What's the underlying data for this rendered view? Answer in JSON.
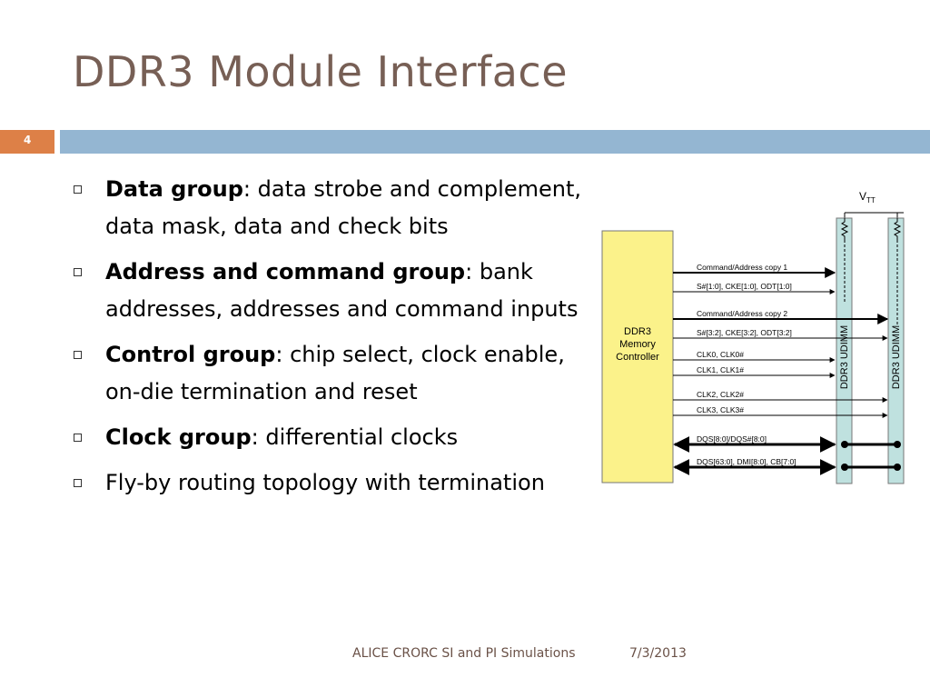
{
  "slide": {
    "title": "DDR3 Module Interface",
    "number": "4"
  },
  "bullets": [
    {
      "bold": "Data group",
      "sep": ": ",
      "text": "data strobe and complement, data mask, data and check bits"
    },
    {
      "bold": "Address and command group",
      "sep": ": ",
      "text": "bank addresses, addresses and command inputs"
    },
    {
      "bold": "Control group",
      "sep": ": ",
      "text": "chip select, clock enable, on-die termination and reset"
    },
    {
      "bold": "Clock group",
      "sep": ": ",
      "text": "differential clocks"
    },
    {
      "bold": "",
      "sep": "",
      "text": "Fly-by routing topology with termination"
    }
  ],
  "diagram": {
    "controller_lines": [
      "DDR3",
      "Memory",
      "Controller"
    ],
    "vtt_main": "V",
    "vtt_sub": "TT",
    "module1_label": "DDR3 UDIMM",
    "module2_label": "DDR3 UDIMM",
    "signals": [
      "Command/Address copy 1",
      "S#[1:0], CKE[1:0], ODT[1:0]",
      "Command/Address copy 2",
      "S#[3:2], CKE[3:2], ODT[3:2]",
      "CLK0, CLK0#",
      "CLK1, CLK1#",
      "CLK2, CLK2#",
      "CLK3, CLK3#",
      "DQS[8:0]/DQS#[8:0]",
      "DQS[63:0], DMI[8:0], CB[7:0]"
    ],
    "colors": {
      "controller_fill": "#fbf28a",
      "module_fill": "#bfe1df"
    }
  },
  "footer": {
    "title": "ALICE CRORC SI and PI Simulations",
    "date": "7/3/2013"
  }
}
